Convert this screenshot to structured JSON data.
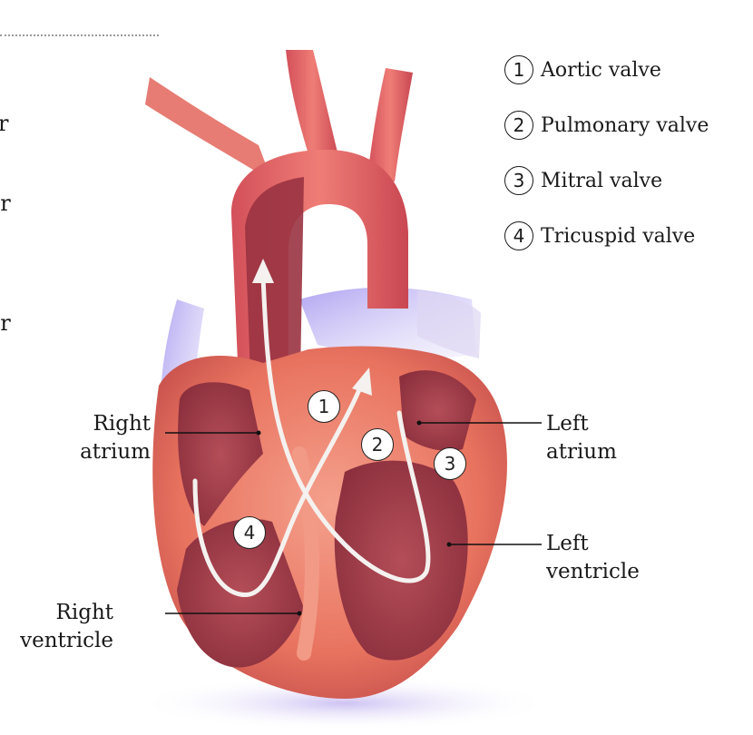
{
  "legend": [
    {
      "number": "1",
      "label": "Aortic valve"
    },
    {
      "number": "2",
      "label": "Pulmonary valve"
    },
    {
      "number": "3",
      "label": "Mitral valve"
    },
    {
      "number": "4",
      "label": "Tricuspid valve"
    }
  ],
  "labels": {
    "right_atrium": [
      "Right",
      "atrium"
    ],
    "right_ventricle": [
      "Right",
      "ventricle"
    ],
    "left_atrium": [
      "Left",
      "atrium"
    ],
    "left_ventricle": [
      "Left",
      "ventricle"
    ]
  },
  "valve_markers": [
    "1",
    "2",
    "3",
    "4"
  ],
  "cut_off_text": [
    "r",
    "er",
    "er"
  ],
  "colors": {
    "tissue": "#e8735f",
    "tissue_light": "#f29a86",
    "tissue_dark": "#b9434a",
    "cavity": "#9e3b47",
    "vein_purple": "#8f7fe0",
    "arrow": "#f4f1ef"
  }
}
